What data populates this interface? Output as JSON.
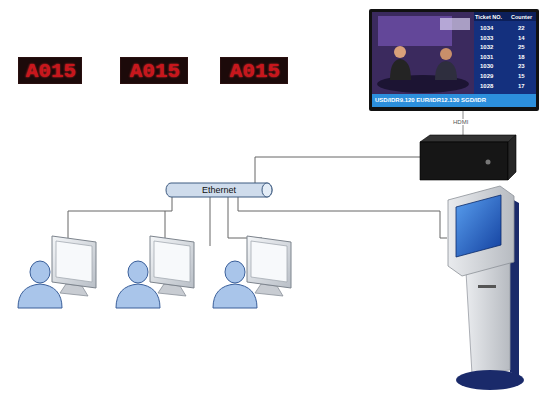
{
  "diagram": {
    "nodes": [
      {
        "text": [
          "A015"
        ]
      },
      {
        "text": [
          "A015"
        ]
      },
      {
        "text": [
          "A015"
        ]
      },
      {
        "text": [
          "Ticket NO.",
          "Counter",
          "1034",
          "22",
          "1033",
          "14",
          "1032",
          "25",
          "1031",
          "18",
          "1030",
          "23",
          "1029",
          "15",
          "1028",
          "17",
          "USD/IDR9.120 EUR/IDR12.130 SGD/IDR"
        ]
      },
      {
        "text": [
          "Ethernet"
        ]
      }
    ],
    "labels": [
      "HDMI"
    ]
  }
}
